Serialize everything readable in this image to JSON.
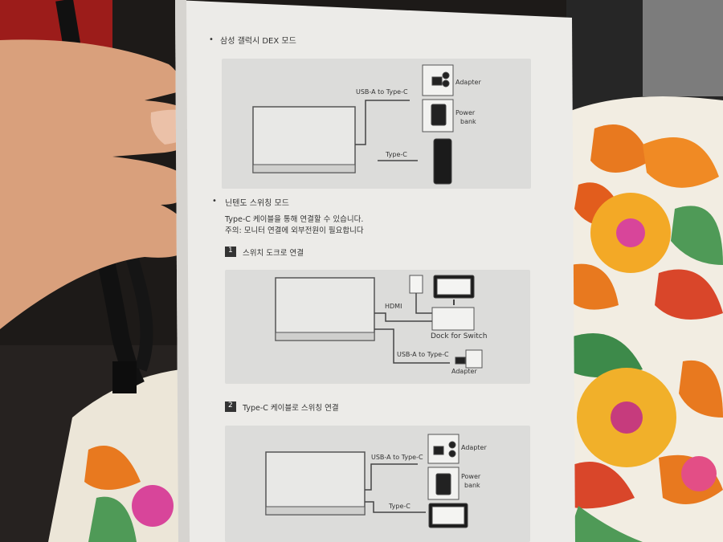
{
  "section_dex": {
    "bullet": "•",
    "title": "삼성 갤럭시 DEX 모드",
    "label_usb_a_to_c": "USB-A to Type-C",
    "label_type_c": "Type-C",
    "label_adapter": "Adapter",
    "label_power": "Power",
    "label_bank": "bank"
  },
  "section_switch": {
    "bullet": "•",
    "title": "닌텐도 스위칭 모드",
    "line1": "Type-C 케이블을 통해 연결할 수 있습니다.",
    "line2": "주의: 모니터 연결에 외부전원이 필요합니다",
    "step1": {
      "number": "1",
      "title": "스위치 도크로 연결",
      "label_hdmi": "HDMI",
      "label_dock": "Dock for Switch",
      "label_usb_a_to_c": "USB-A to Type-C",
      "label_adapter": "Adapter"
    },
    "step2": {
      "number": "2",
      "title": "Type-C 케이블로 스위칭 연결",
      "label_usb_a_to_c": "USB-A to Type-C",
      "label_type_c": "Type-C",
      "label_adapter": "Adapter",
      "label_power": "Power",
      "label_bank": "bank"
    }
  },
  "colors": {
    "paper": "#ecebe8",
    "diagram_bg": "#dcdcda",
    "hand": "#d9a07c",
    "fabric_base": "#f4efe4",
    "flower_orange": "#e8791f",
    "flower_pink": "#d8459a",
    "leaf_green": "#4f9a57"
  }
}
